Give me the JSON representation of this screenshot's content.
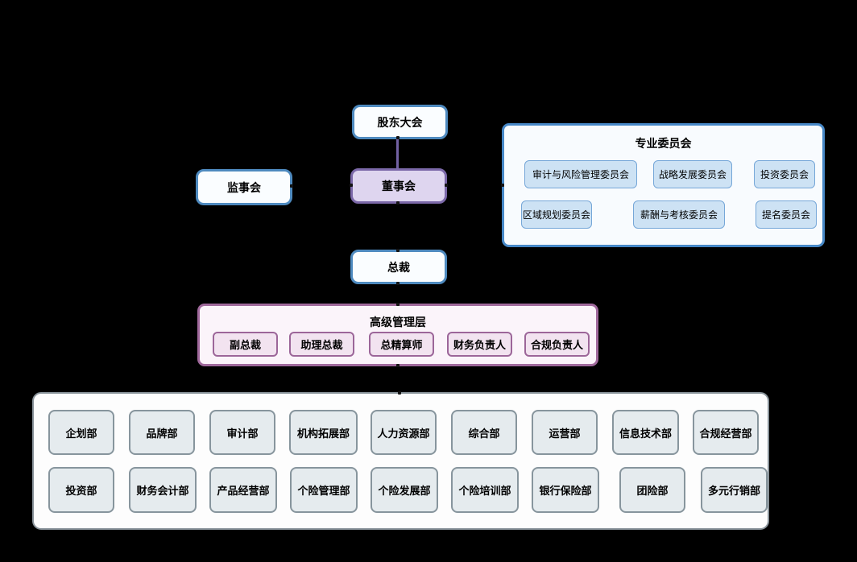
{
  "diagram_type": "org-chart",
  "palette": {
    "background": "#000000",
    "blue_node_border": "#4e8abf",
    "blue_node_fill": "#fafdff",
    "purple_node_border": "#7b68a8",
    "purple_node_fill": "#ded5ef",
    "connector": "#7261a3",
    "committee_panel_border": "#4788c7",
    "committee_item_fill": "#cde2f4",
    "committee_item_border": "#76a7d8",
    "senior_panel_border": "#a0699c",
    "senior_item_fill": "#f2e3f0",
    "senior_item_border": "#9c6699",
    "dept_panel_border": "#8a949b",
    "dept_item_fill": "#e5ebee",
    "dept_item_border": "#87959d",
    "text": "#000000"
  },
  "nodes": {
    "shareholders": "股东大会",
    "supervisory": "监事会",
    "board": "董事会",
    "president": "总裁"
  },
  "committees_panel": {
    "title": "专业委员会",
    "items": [
      "审计与风险管理委员会",
      "战略发展委员会",
      "投资委员会",
      "区域规划委员会",
      "薪酬与考核委员会",
      "提名委员会"
    ]
  },
  "senior_panel": {
    "title": "高级管理层",
    "items": [
      "副总裁",
      "助理总裁",
      "总精算师",
      "财务负责人",
      "合规负责人"
    ]
  },
  "departments_panel": {
    "row1": [
      "企划部",
      "品牌部",
      "审计部",
      "机构拓展部",
      "人力资源部",
      "综合部",
      "运营部",
      "信息技术部",
      "合规经营部"
    ],
    "row2": [
      "投资部",
      "财务会计部",
      "产品经营部",
      "个险管理部",
      "个险发展部",
      "个险培训部",
      "银行保险部",
      "团险部",
      "多元行销部"
    ]
  }
}
